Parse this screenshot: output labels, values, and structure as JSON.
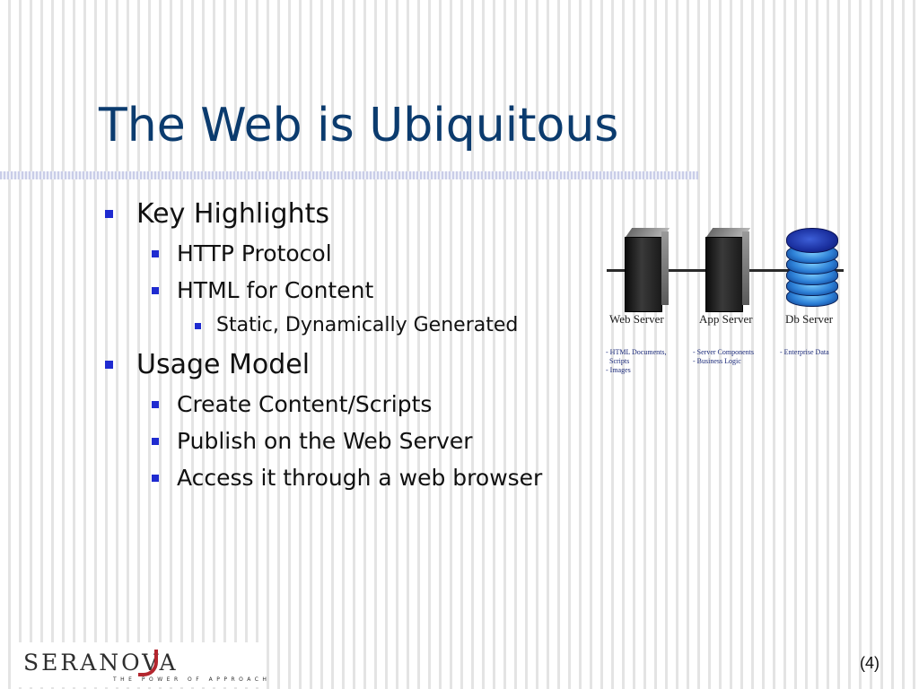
{
  "slide": {
    "title": "The Web is Ubiquitous",
    "page_number": "(4)"
  },
  "bullets": [
    {
      "level": 1,
      "text": "Key Highlights"
    },
    {
      "level": 2,
      "text": "HTTP Protocol"
    },
    {
      "level": 2,
      "text": "HTML for Content"
    },
    {
      "level": 3,
      "text": "Static, Dynamically Generated"
    },
    {
      "level": 1,
      "text": "Usage Model"
    },
    {
      "level": 2,
      "text": "Create Content/Scripts"
    },
    {
      "level": 2,
      "text": "Publish on the Web Server"
    },
    {
      "level": 2,
      "text": "Access it through a web browser"
    }
  ],
  "diagram": {
    "servers": [
      {
        "label": "Web Server",
        "details": [
          "- HTML Documents,",
          "  Scripts",
          "- Images"
        ]
      },
      {
        "label": "App Server",
        "details": [
          "- Server Components",
          "- Business Logic"
        ]
      },
      {
        "label": "Db Server",
        "details": [
          "- Enterprise Data"
        ]
      }
    ]
  },
  "logo": {
    "brand": "SERANOVA",
    "tagline": "THE POWER OF APPROACH"
  },
  "colors": {
    "title": "#0b3b6e",
    "bullet_marker": "#1f2bd0",
    "logo_accent": "#b3262e"
  }
}
